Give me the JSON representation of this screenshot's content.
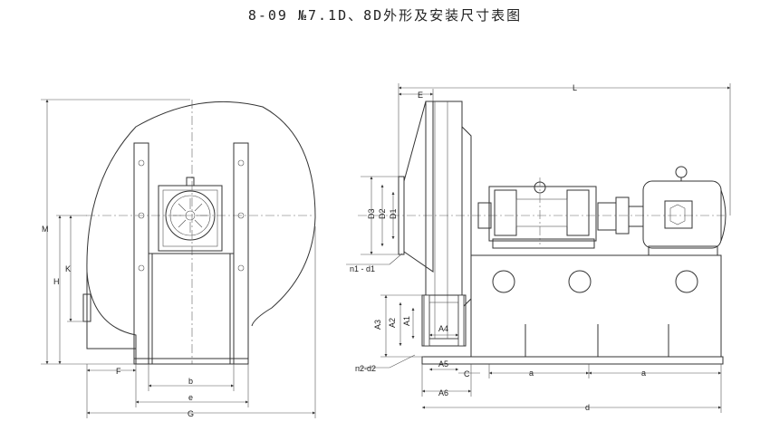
{
  "title": "8-09 №7.1D、8D外形及安装尺寸表图",
  "front_view": {
    "dims": {
      "M": "M",
      "H": "H",
      "K": "K",
      "F": "F",
      "b": "b",
      "e": "e",
      "G": "G"
    }
  },
  "side_view": {
    "dims": {
      "E": "E",
      "L": "L",
      "D3": "D3",
      "D2": "D2",
      "D1": "D1",
      "n1d1": "n1 - d1",
      "A3": "A3",
      "A2": "A2",
      "A1": "A1",
      "A4": "A4",
      "A5": "A5",
      "A6": "A6",
      "n2d2": "n2-d2",
      "C": "C",
      "a1": "a",
      "a2": "a",
      "d": "d"
    }
  }
}
